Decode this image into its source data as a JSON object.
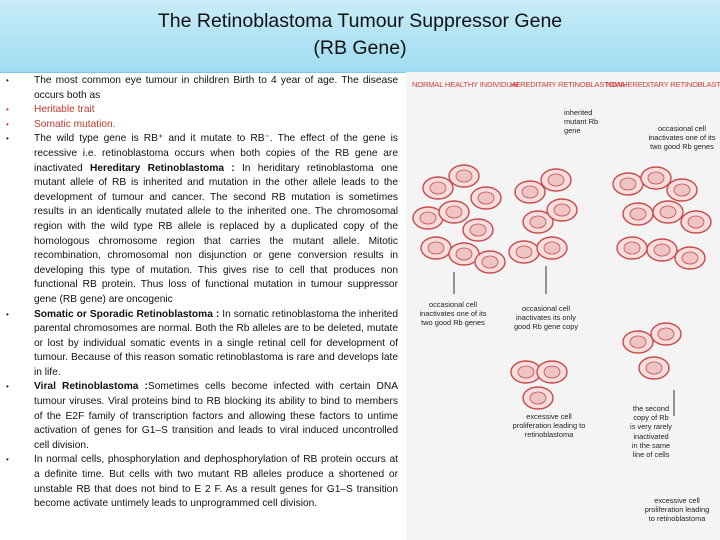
{
  "title": {
    "line1": "The Retinoblastoma Tumour Suppressor Gene",
    "line2": "(RB Gene)"
  },
  "bullets": {
    "b1": "The most common eye tumour in children Birth to 4 year of age. The disease occurs both as",
    "b2": "Heritable trait",
    "b3": "Somatic mutation.",
    "b4_pre": "The wild type gene is RB⁺ and it mutate to RB⁻. The effect of the gene is recessive i.e. retinoblastoma occurs when both copies of the RB gene are inactivated ",
    "b4_bold": "Hereditary Retinoblastoma :",
    "b4_post": " In heriditary retinoblastoma one mutant allele of RB is inherited and mutation in the other allele leads to the development of tumour and cancer. The second RB mutation is sometimes results in an identically mutated allele to the inherited one. The chromosomal region with the wild type RB allele is replaced by a duplicated copy of the homologous chromosome region that carries the mutant allele. Mitotic recombination, chromosomal non disjunction or gene conversion results in developing this type of mutation. This gives rise to cell that produces non functional RB protein. Thus loss of functional mutation in tumour suppressor gene (RB gene) are oncogenic",
    "b5_bold": "Somatic or Sporadic Retinoblastoma :",
    "b5_post": " In somatic retinoblastoma the inherited parental chromosomes are normal. Both the Rb alleles are to be deleted, mutate or lost by individual somatic events in a single retinal cell for development of tumour. Because of this reason somatic retinoblastoma is rare and develops late in life.",
    "b6_bold": "Viral Retinoblastoma :",
    "b6_post": "Sometimes cells become infected with certain DNA tumour viruses. Viral proteins bind to RB blocking its ability to bind to members of the E2F family of transcription factors and allowing these factors to untime activation of genes for G1–S transition and leads to viral induced uncontrolled cell division.",
    "b7": "In normal cells, phosphorylation and dephosphorylation of RB protein occurs at a definite time. But cells with two mutant RB alleles produce a shortened or unstable RB that does not bind to E 2 F. As a result genes for G1–S transition become activate untimely leads to unprogrammed cell division."
  },
  "figure": {
    "col1_title": "NORMAL HEALTHY INDIVIDUAL",
    "col2_title": "HEREDITARY RETINOBLASTOMA",
    "col3_title": "NONHEREDITARY RETINOBLASTOMA",
    "cap_inherited": "inherited mutant Rb gene",
    "cap_occasional_top": "occasional cell inactivates one of its two good Rb genes",
    "cap_col1": "occasional cell inactivates one of its two good Rb genes",
    "cap_col2": "occasional cell inactivates its only good Rb gene copy",
    "cap_excess2": "excessive cell proliferation leading to retinoblastoma",
    "cap_second": "the second copy of Rb is very rarely inactivated in the same line of cells",
    "cap_excess3": "excessive cell proliferation leading to retinoblastoma",
    "colors": {
      "red": "#d43b3b",
      "cell": "#f7dede",
      "outline": "#c94a4a",
      "gene": "#b22a6e"
    }
  }
}
